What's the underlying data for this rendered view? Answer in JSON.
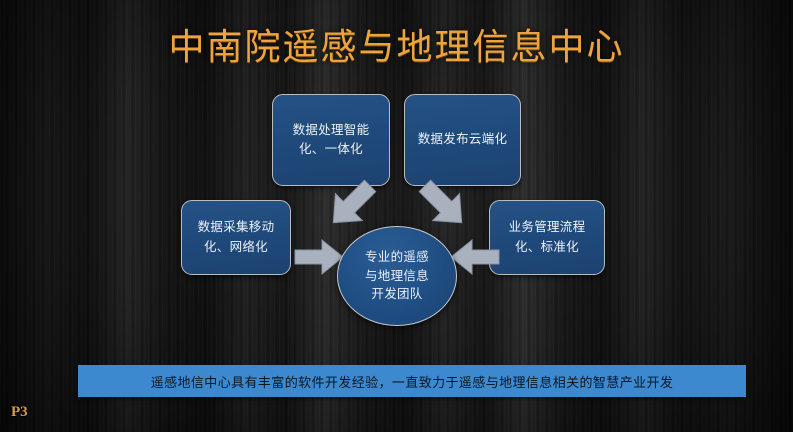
{
  "slide": {
    "title": "中南院遥感与地理信息中心",
    "page_number": "P3",
    "title_color": "#eda43e",
    "box_color": "#1f4e79",
    "banner_color": "#3d89cf",
    "arrow_color": "#a9b1bf",
    "background_color": "#151515"
  },
  "diagram": {
    "center": {
      "label": "专业的遥感\n与地理信息\n开发团队",
      "line1": "专业的遥感",
      "line2": "与地理信息",
      "line3": "开发团队"
    },
    "boxes": [
      {
        "id": "top-left",
        "label": "数据处理智能化、一体化",
        "position": "top-left"
      },
      {
        "id": "top-right",
        "label": "数据发布云端化",
        "position": "top-right"
      },
      {
        "id": "left",
        "label": "数据采集移动化、网络化",
        "position": "left"
      },
      {
        "id": "right",
        "label": "业务管理流程化、标准化",
        "position": "right"
      }
    ],
    "arrows": [
      {
        "id": "arrow-top-left",
        "direction": "down-right",
        "icon": "arrow-icon"
      },
      {
        "id": "arrow-top-right",
        "direction": "down-left",
        "icon": "arrow-icon"
      },
      {
        "id": "arrow-left",
        "direction": "right",
        "icon": "arrow-icon"
      },
      {
        "id": "arrow-right",
        "direction": "left",
        "icon": "arrow-icon"
      }
    ]
  },
  "banner": {
    "text": "遥感地信中心具有丰富的软件开发经验，一直致力于遥感与地理信息相关的智慧产业开发"
  }
}
